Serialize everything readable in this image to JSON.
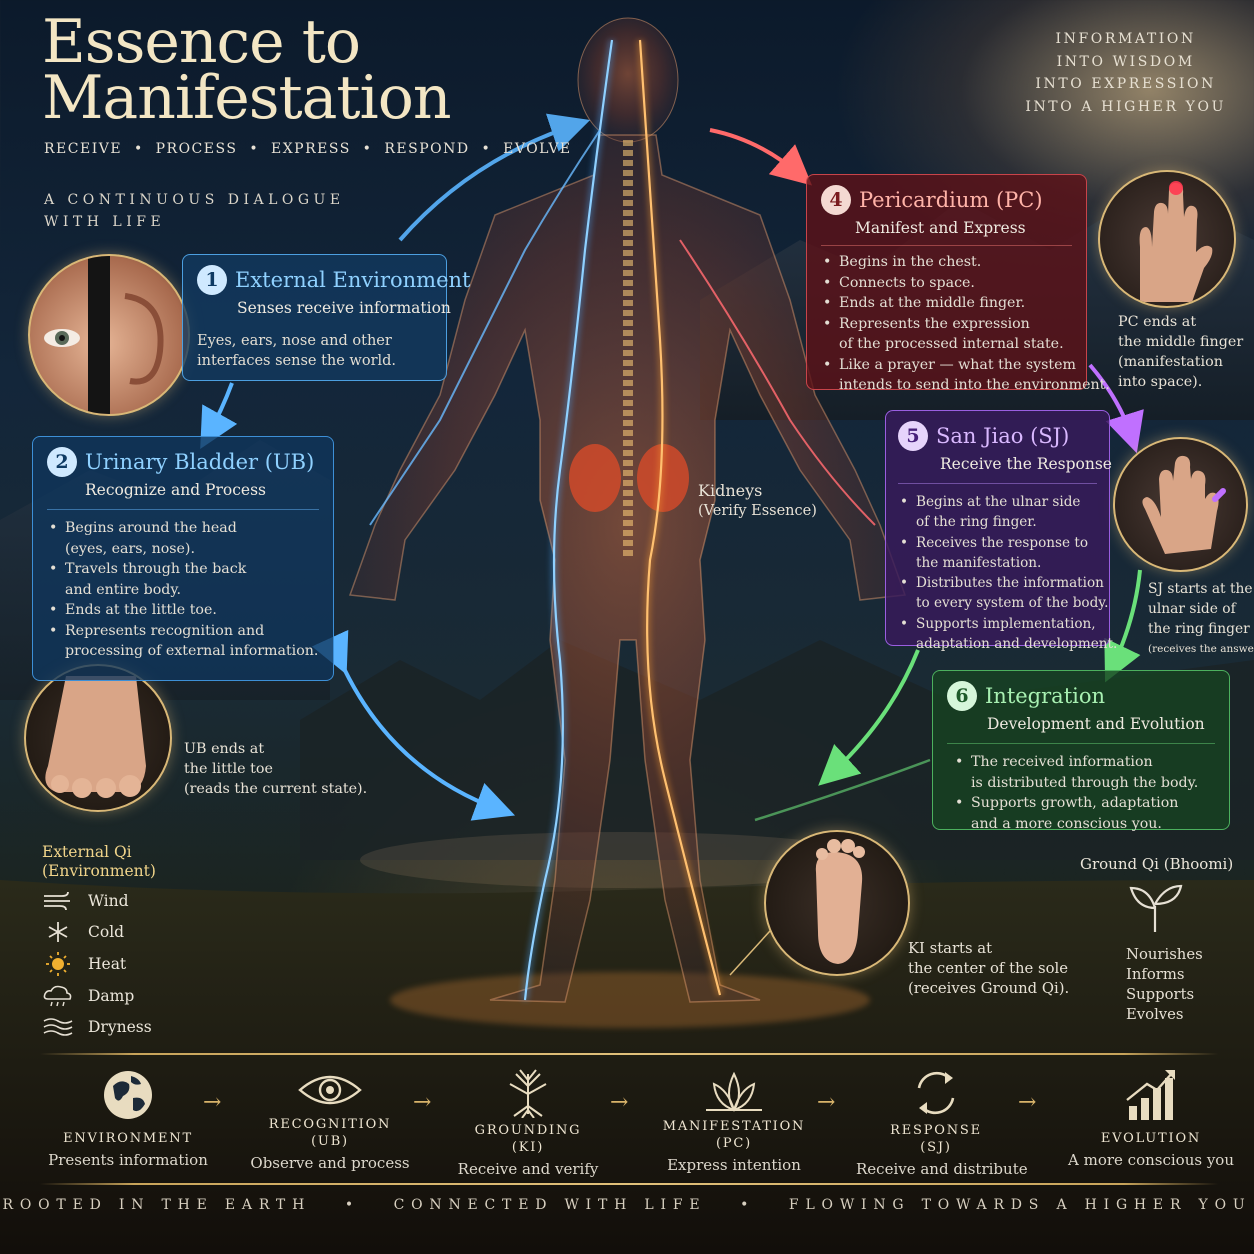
{
  "title_line1": "Essence to",
  "title_line2": "Manifestation",
  "stages": "RECEIVE  •  PROCESS  •  EXPRESS  •  RESPOND  •  EVOLVE",
  "dialogue_line1": "A CONTINUOUS DIALOGUE",
  "dialogue_line2": "WITH LIFE",
  "wisdom": [
    "INFORMATION",
    "INTO WISDOM",
    "INTO EXPRESSION",
    "INTO A HIGHER YOU"
  ],
  "card1": {
    "num": "1",
    "title": "External Environment",
    "subtitle": "Senses receive information",
    "body_line1": "Eyes, ears, nose and other",
    "body_line2": "interfaces sense the world."
  },
  "card2": {
    "num": "2",
    "title": "Urinary Bladder (UB)",
    "subtitle": "Recognize and Process",
    "bullets": [
      [
        "Begins around the head",
        "(eyes, ears, nose)."
      ],
      [
        "Travels through the back",
        "and entire body."
      ],
      [
        "Ends at the little toe."
      ],
      [
        "Represents recognition and",
        "processing of external information."
      ]
    ]
  },
  "card4": {
    "num": "4",
    "title": "Pericardium (PC)",
    "subtitle": "Manifest and Express",
    "bullets": [
      [
        "Begins in the chest."
      ],
      [
        "Connects to space."
      ],
      [
        "Ends at the middle finger."
      ],
      [
        "Represents the expression",
        "of the processed internal state."
      ],
      [
        "Like a prayer — what the system",
        "intends to send into the environment."
      ]
    ]
  },
  "card5": {
    "num": "5",
    "title": "San Jiao (SJ)",
    "subtitle": "Receive the Response",
    "bullets": [
      [
        "Begins at the ulnar side",
        "of the ring finger."
      ],
      [
        "Receives the response to",
        "the manifestation."
      ],
      [
        "Distributes the information",
        "to every system of the body."
      ],
      [
        "Supports implementation,",
        "adaptation and development."
      ]
    ]
  },
  "card6": {
    "num": "6",
    "title": "Integration",
    "subtitle": "Development and Evolution",
    "bullets": [
      [
        "The received information",
        "is distributed through the body."
      ],
      [
        "Supports growth, adaptation",
        "and a more conscious you."
      ]
    ]
  },
  "kidneys": {
    "label": "Kidneys",
    "sub": "(Verify Essence)"
  },
  "pc_caption": [
    "PC ends at",
    "the middle finger",
    "(manifestation",
    "into space)."
  ],
  "sj_caption": [
    "SJ starts at the",
    "ulnar side of",
    "the ring finger",
    "(receives the answer)."
  ],
  "ub_caption": [
    "UB ends at",
    "the little toe",
    "(reads the current state)."
  ],
  "ki_caption": [
    "KI starts at",
    "the center of the sole",
    "(receives Ground Qi)."
  ],
  "external_qi": {
    "title_line1": "External Qi",
    "title_line2": "(Environment)",
    "items": [
      {
        "label": "Wind",
        "icon": "wind-icon"
      },
      {
        "label": "Cold",
        "icon": "snowflake-icon"
      },
      {
        "label": "Heat",
        "icon": "sun-icon"
      },
      {
        "label": "Damp",
        "icon": "rain-cloud-icon"
      },
      {
        "label": "Dryness",
        "icon": "waves-icon"
      }
    ]
  },
  "ground_qi": {
    "title": "Ground Qi (Bhoomi)",
    "items": [
      "Nourishes",
      "Informs",
      "Supports",
      "Evolves"
    ]
  },
  "flow": [
    {
      "label": "ENVIRONMENT",
      "label2": "",
      "desc": "Presents information",
      "icon": "globe-icon"
    },
    {
      "label": "RECOGNITION",
      "label2": "(UB)",
      "desc": "Observe and process",
      "icon": "eye-icon"
    },
    {
      "label": "GROUNDING",
      "label2": "(KI)",
      "desc": "Receive and verify",
      "icon": "tree-icon"
    },
    {
      "label": "MANIFESTATION",
      "label2": "(PC)",
      "desc": "Express intention",
      "icon": "lotus-icon"
    },
    {
      "label": "RESPONSE",
      "label2": "(SJ)",
      "desc": "Receive and distribute",
      "icon": "cycle-icon"
    },
    {
      "label": "EVOLUTION",
      "label2": "",
      "desc": "A more conscious you",
      "icon": "growth-chart-icon"
    }
  ],
  "footer": "ROOTED IN THE EARTH   •   CONNECTED WITH LIFE   •   FLOWING TOWARDS A HIGHER YOU",
  "colors": {
    "ub": "#4aa8ff",
    "ki": "#ffa030",
    "pc": "#e8454c",
    "sj": "#a766f0",
    "integration": "#5cd06a",
    "gold": "#d9b877"
  }
}
